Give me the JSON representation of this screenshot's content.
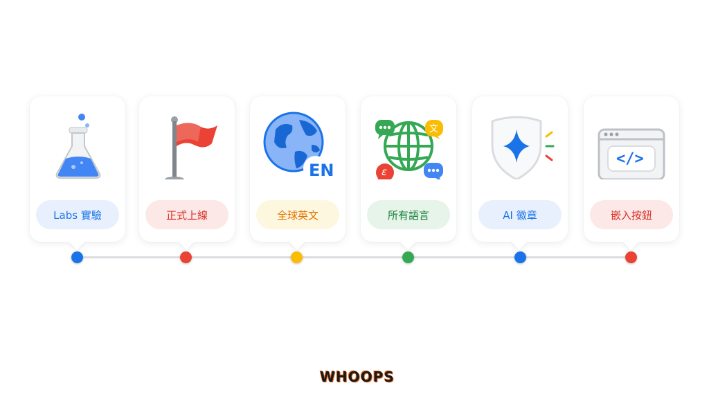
{
  "steps": [
    {
      "label": "Labs 實驗",
      "icon": "flask-icon",
      "accent": "#1a73e8",
      "pill_bg": "#e8f0fe",
      "dot": "#1a73e8"
    },
    {
      "label": "正式上線",
      "icon": "flag-icon",
      "accent": "#d93025",
      "pill_bg": "#fce8e6",
      "dot": "#ea4335"
    },
    {
      "label": "全球英文",
      "icon": "globe-en-icon",
      "badge": "EN",
      "accent": "#e37400",
      "pill_bg": "#fef7e0",
      "dot": "#fbbc04"
    },
    {
      "label": "所有語言",
      "icon": "globe-chat-icon",
      "bubbles": [
        "文",
        "ε"
      ],
      "accent": "#188038",
      "pill_bg": "#e6f4ea",
      "dot": "#34a853"
    },
    {
      "label": "AI 徽章",
      "icon": "ai-badge-shield-icon",
      "accent": "#1a73e8",
      "pill_bg": "#e8f0fe",
      "dot": "#1a73e8"
    },
    {
      "label": "嵌入按鈕",
      "icon": "embed-code-icon",
      "code": "</>",
      "accent": "#d93025",
      "pill_bg": "#fce8e6",
      "dot": "#ea4335"
    }
  ],
  "brand": "WHOOPS"
}
